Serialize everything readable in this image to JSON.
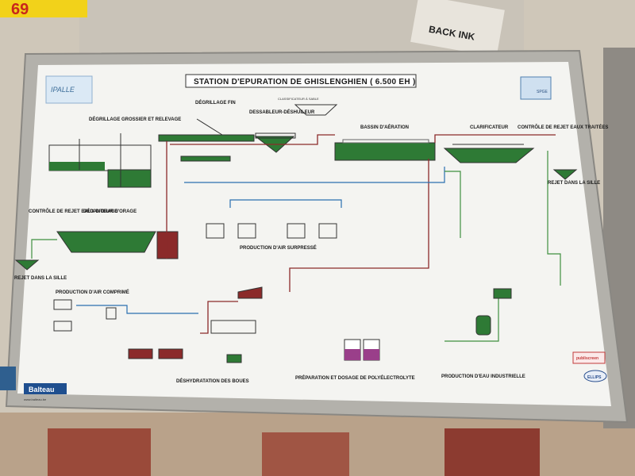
{
  "poster": {
    "title": "STATION D'EPURATION DE GHISLENGHIEN ( 6.500 EH )",
    "logo_left": "IPALLE",
    "logo_right": "SPGE",
    "brand_bottom": "Balteau",
    "brand_sub": "www.balteau.be",
    "brand_right": "ELLIPS",
    "badge_right": "publiscreen"
  },
  "sections": {
    "degrillage_grossier": "DÉGRILLAGE GROSSIER ET RELEVAGE",
    "degrillage_fin": "DÉGRILLAGE FIN",
    "dessableur": "DESSABLEUR-DÉSHUILEUR",
    "classificateur": "CLASSIFICATEUR À SABLE",
    "bassin_aeration": "BASSIN D'AÉRATION",
    "clarificateur": "CLARIFICATEUR",
    "controle_rejet_traitees": "CONTRÔLE DE REJET EAUX TRAITÉES",
    "rejet_right": "REJET DANS LA SILLE",
    "controle_rejet_orage": "CONTRÔLE DE REJET EAUX D'ORAGE",
    "decanteur_orage": "DÉCANTEUR D'ORAGE",
    "rejet_left": "REJET DANS LA SILLE",
    "air_surpresse": "PRODUCTION D'AIR SURPRESSÉ",
    "air_comprime": "PRODUCTION D'AIR COMPRIMÉ",
    "deshydratation": "DÉSHYDRATATION DES BOUES",
    "polyelectrolyte": "PRÉPARATION ET DOSAGE DE POLYÉLECTROLYTE",
    "eau_industrielle": "PRODUCTION D'EAU INDUSTRIELLE"
  },
  "sticker_corner": "69",
  "box_in_corner": "BACK INK",
  "colors": {
    "green_fill": "#2e7a35",
    "pipe_red": "#8b2a2a",
    "pipe_blue": "#2a6fb0",
    "pipe_green": "#3f8f3f",
    "purple_fill": "#9a3f8a",
    "frame": "#b8b6b0"
  }
}
